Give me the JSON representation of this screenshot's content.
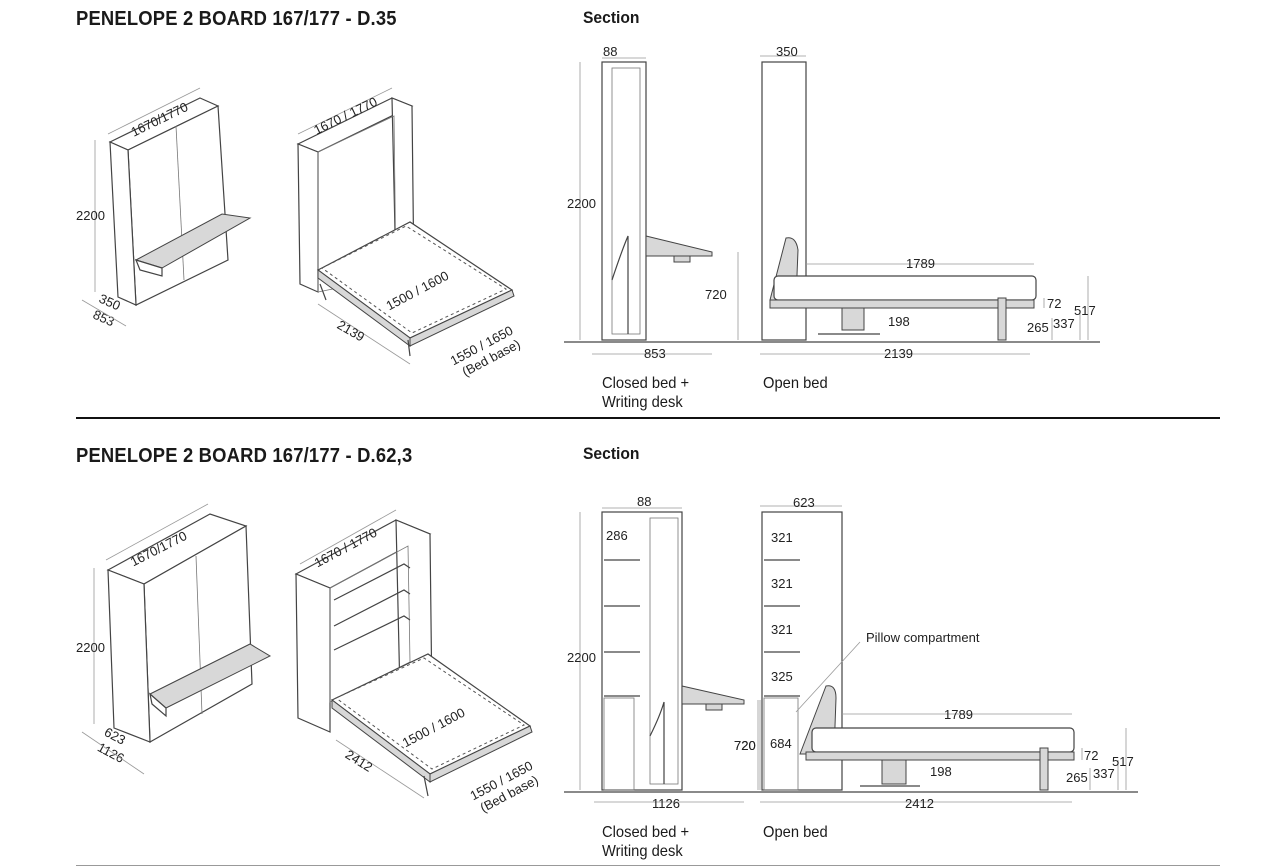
{
  "top_section": {
    "title": "PENELOPE 2 BOARD 167/177 - D.35",
    "section_label": "Section",
    "iso_closed": {
      "width": "1670/1770",
      "height": "2200",
      "depth": "350",
      "depth_open": "853"
    },
    "iso_open": {
      "width": "1670 / 1770",
      "mattress": "1500 / 1600",
      "length": "2139",
      "base_a": "1550 / 1650",
      "base_b": "(Bed base)"
    },
    "closed_section": {
      "depth": "88",
      "height": "2200",
      "desk_height": "720",
      "total_depth": "853"
    },
    "open_section": {
      "depth": "350",
      "bed_length": "1789",
      "leg": "198",
      "h1": "72",
      "h2": "265",
      "h3": "337",
      "h4": "517",
      "total_length": "2139"
    },
    "caption_closed_line1": "Closed bed +",
    "caption_closed_line2": "Writing desk",
    "caption_open": "Open bed"
  },
  "bottom_section": {
    "title": "PENELOPE 2 BOARD 167/177 - D.62,3",
    "section_label": "Section",
    "iso_closed": {
      "width": "1670/1770",
      "height": "2200",
      "depth": "623",
      "depth_open": "1126"
    },
    "iso_open": {
      "width": "1670 / 1770",
      "mattress": "1500 / 1600",
      "length": "2412",
      "base_a": "1550 / 1650",
      "base_b": "(Bed base)"
    },
    "closed_section": {
      "depth": "88",
      "shelf": "286",
      "height": "2200",
      "desk_height": "720",
      "total_depth": "1126"
    },
    "open_section": {
      "depth": "623",
      "shelf1": "321",
      "shelf2": "321",
      "shelf3": "321",
      "shelf4": "325",
      "lower": "684",
      "desk_height": "720",
      "bed_length": "1789",
      "leg": "198",
      "h1": "72",
      "h2": "265",
      "h3": "337",
      "h4": "517",
      "total_length": "2412",
      "pillow_label": "Pillow compartment"
    },
    "caption_closed_line1": "Closed bed +",
    "caption_closed_line2": "Writing desk",
    "caption_open": "Open bed"
  }
}
